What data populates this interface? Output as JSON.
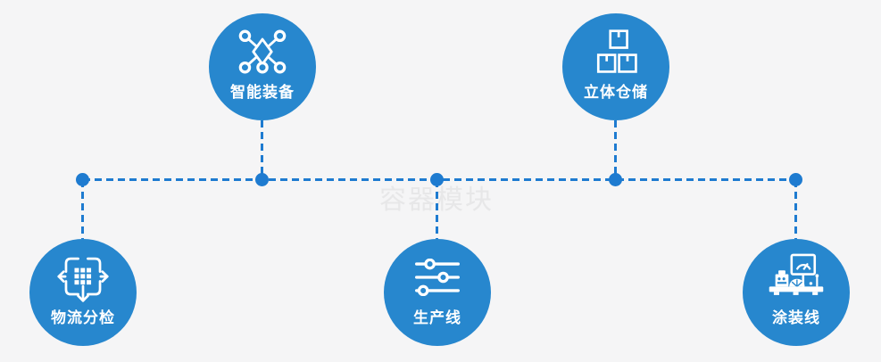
{
  "watermark": {
    "text": "容器模块"
  },
  "colors": {
    "background": "#f5f5f6",
    "node_fill": "#2787ce",
    "connector": "#1e7bd0",
    "label_text": "#ffffff",
    "watermark_text": "#e7e7e8"
  },
  "nodes": [
    {
      "id": "smart-equipment",
      "label": "智能装备",
      "icon": "network-nodes-icon",
      "position": "top-left"
    },
    {
      "id": "stereo-warehouse",
      "label": "立体仓储",
      "icon": "stacked-boxes-icon",
      "position": "top-right"
    },
    {
      "id": "logistics-sorting",
      "label": "物流分检",
      "icon": "sorting-arrows-icon",
      "position": "bottom-left"
    },
    {
      "id": "production-line",
      "label": "生产线",
      "icon": "sliders-icon",
      "position": "bottom-center"
    },
    {
      "id": "coating-line",
      "label": "涂装线",
      "icon": "coating-machine-icon",
      "position": "bottom-right"
    }
  ]
}
